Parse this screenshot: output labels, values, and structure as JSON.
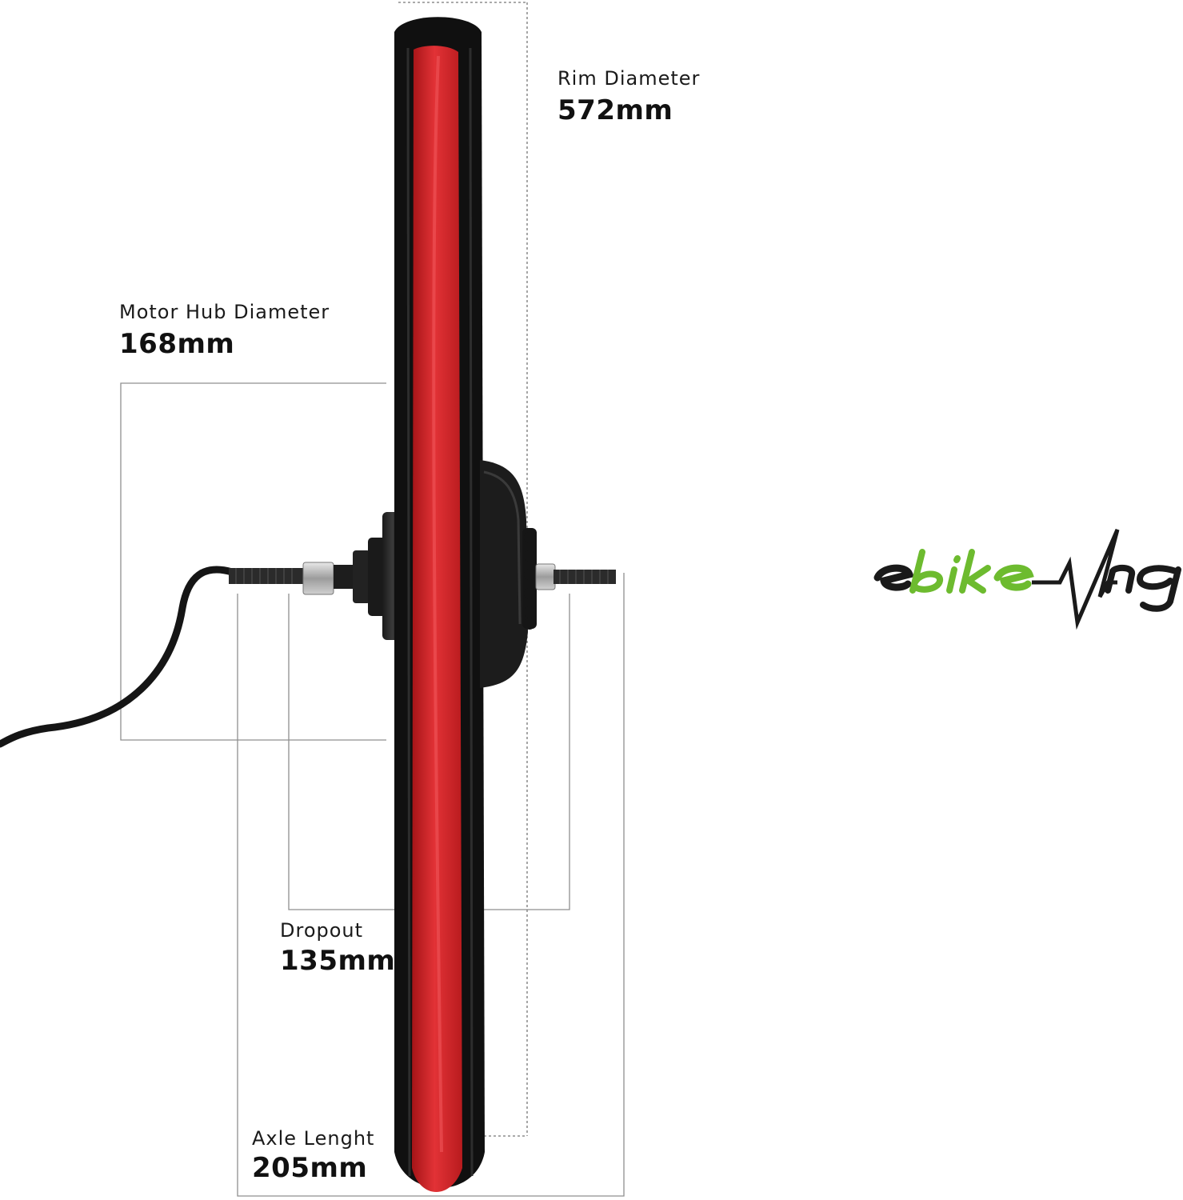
{
  "dimensions": {
    "rim": {
      "label": "Rim Diameter",
      "value": "572mm"
    },
    "motor_hub": {
      "label": "Motor Hub Diameter",
      "value": "168mm"
    },
    "dropout": {
      "label": "Dropout",
      "value": "135mm"
    },
    "axle": {
      "label": "Axle Lenght",
      "value": "205mm"
    }
  },
  "brand": {
    "logo_text": "ebikeling",
    "colors": {
      "green": "#6dbb2f",
      "dark": "#1a1a1a"
    }
  },
  "colors": {
    "rim_red": "#d8282a",
    "tire_black": "#111111",
    "guide_line": "#9a9a9a"
  }
}
